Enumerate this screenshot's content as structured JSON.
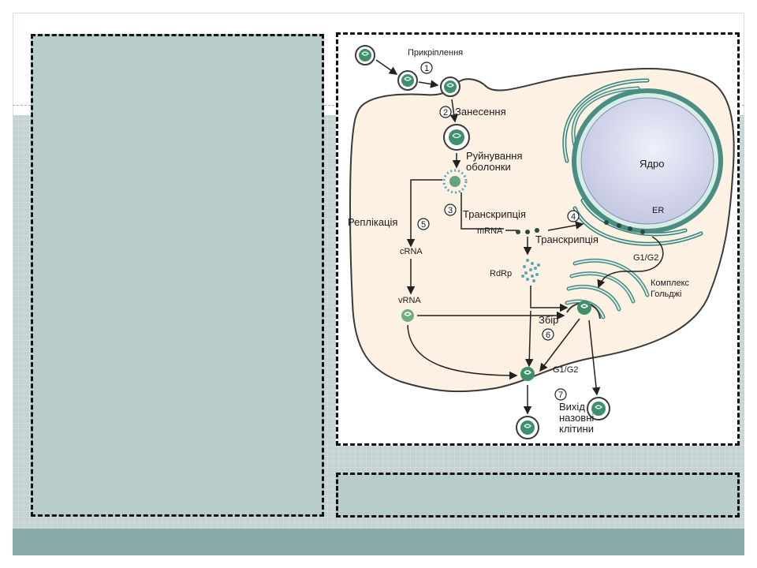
{
  "diagram": {
    "steps": {
      "attachment": {
        "num": "1",
        "label": "Прикріплення"
      },
      "entry": {
        "num": "2",
        "label": "Занесення"
      },
      "uncoating": {
        "label_line1": "Руйнування",
        "label_line2": "оболонки"
      },
      "transcription": {
        "num": "3",
        "label": "Транскрипція"
      },
      "translation": {
        "num": "4",
        "label": "Транскрипція"
      },
      "replication": {
        "num": "5",
        "label": "Реплікація"
      },
      "assembly": {
        "num": "6",
        "label": "Збір"
      },
      "exit": {
        "num": "7",
        "label_line1": "Вихід",
        "label_line2": "назовні",
        "label_line3": "клітини"
      }
    },
    "labels": {
      "nucleus": "Ядро",
      "er": "ER",
      "mrna": "mRNA",
      "crna": "cRNA",
      "vrna": "vRNA",
      "rdrp": "RdRp",
      "g1g2_upper": "G1/G2",
      "g1g2_lower": "G1/G2",
      "golgi_line1": "Комплекс",
      "golgi_line2": "Гольджі"
    }
  },
  "colors": {
    "cytoplasm": "#fdf1e3",
    "nucleus": "#d4d6ea",
    "virus": "#3f8f6a",
    "slide_band": "#c5d3d3",
    "panel": "#b8cccb",
    "footer": "#8aa9a9"
  }
}
